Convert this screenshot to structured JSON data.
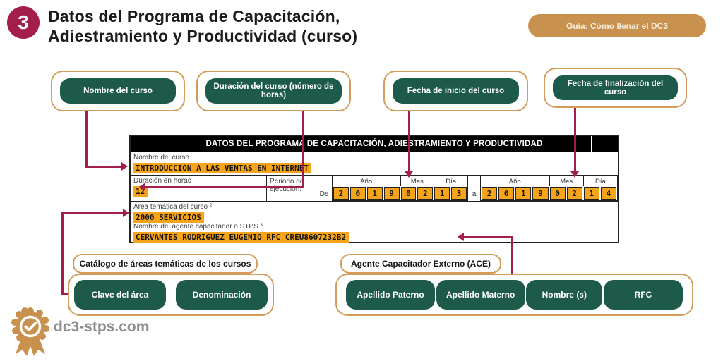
{
  "page": {
    "step_number": "3",
    "title_line1": "Datos del Programa de Capacitación,",
    "title_line2": "Adiestramiento y Productividad (curso)",
    "guide_button_label": "Guía: Cómo llenar el DC3",
    "brand": "dc3-stps.com"
  },
  "colors": {
    "crimson": "#a41e4c",
    "green": "#1d5a4a",
    "tan": "#d39c5a",
    "orange_highlight": "#f6a41a"
  },
  "icons": {
    "step_badge": "numbered-circle",
    "brand_badge": "certificate-rosette-with-check"
  },
  "callouts": {
    "course_name": "Nombre del curso",
    "course_duration": "Duración del curso (número de horas)",
    "start_date": "Fecha de inicio del curso",
    "end_date": "Fecha de finalización del curso"
  },
  "form": {
    "header": "DATOS DEL PROGRAMA DE CAPACITACIÓN, ADIESTRAMIENTO Y PRODUCTIVIDAD",
    "course_name_label": "Nombre del curso",
    "course_name_value": "INTRODUCCIÓN A LAS VENTAS EN INTERNET",
    "duration_label": "Duración en horas",
    "duration_value": "12",
    "period_label_line1": "Periodo de",
    "period_label_line2": "ejecución:",
    "from_label": "De",
    "to_label": "a",
    "date_headers": [
      "Año",
      "Mes",
      "Día"
    ],
    "start_date_digits": [
      "2",
      "0",
      "1",
      "9",
      "0",
      "2",
      "1",
      "3"
    ],
    "end_date_digits": [
      "2",
      "0",
      "1",
      "9",
      "0",
      "2",
      "1",
      "4"
    ],
    "area_label": "Área temática del curso ²",
    "area_value": "2000 SERVICIOS",
    "agent_label": "Nombre del agente capacitador o STPS ³",
    "agent_value": "CERVANTES RODRÍGUEZ EUGENIO RFC CREU8607232B2"
  },
  "catalog_group": {
    "title": "Catálogo de áreas temáticas de los cursos",
    "items": [
      "Clave del área",
      "Denominación"
    ]
  },
  "ace_group": {
    "title": "Agente Capacitador Externo (ACE)",
    "items": [
      "Apellido Paterno",
      "Apellido Materno",
      "Nombre (s)",
      "RFC"
    ]
  }
}
